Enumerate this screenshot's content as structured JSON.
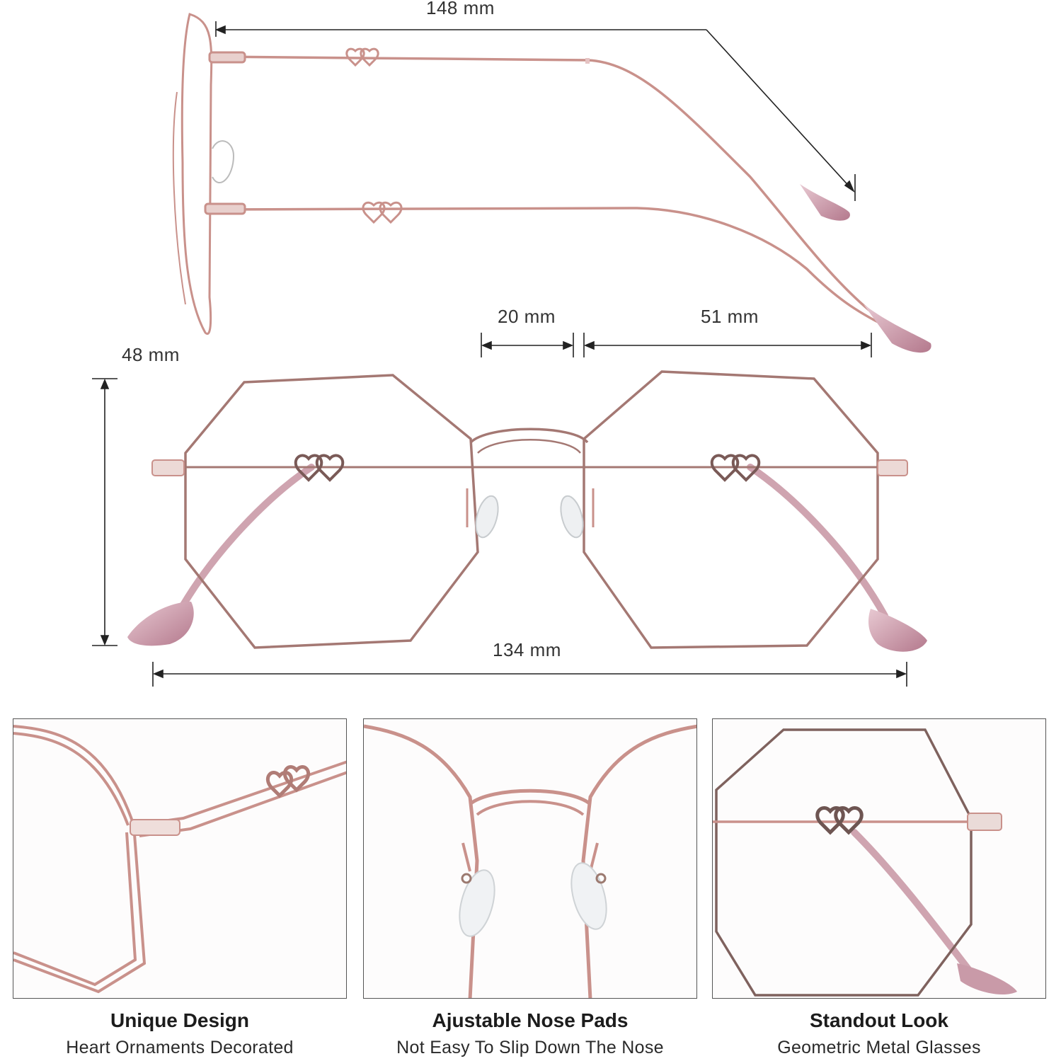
{
  "dimensions": {
    "temple_length": "148 mm",
    "bridge_width": "20 mm",
    "lens_width": "51 mm",
    "lens_height": "48 mm",
    "frame_width": "134 mm"
  },
  "features": [
    {
      "title": "Unique Design",
      "subtitle": "Heart Ornaments Decorated"
    },
    {
      "title": "Ajustable Nose Pads",
      "subtitle": "Not Easy To Slip Down The Nose"
    },
    {
      "title": "Standout Look",
      "subtitle": "Geometric Metal Glasses"
    }
  ],
  "colors": {
    "frame_metal": "#c9918b",
    "frame_dark": "#8a6a66",
    "temple_tip": "#c99aa8",
    "dimension_line": "#222222"
  }
}
